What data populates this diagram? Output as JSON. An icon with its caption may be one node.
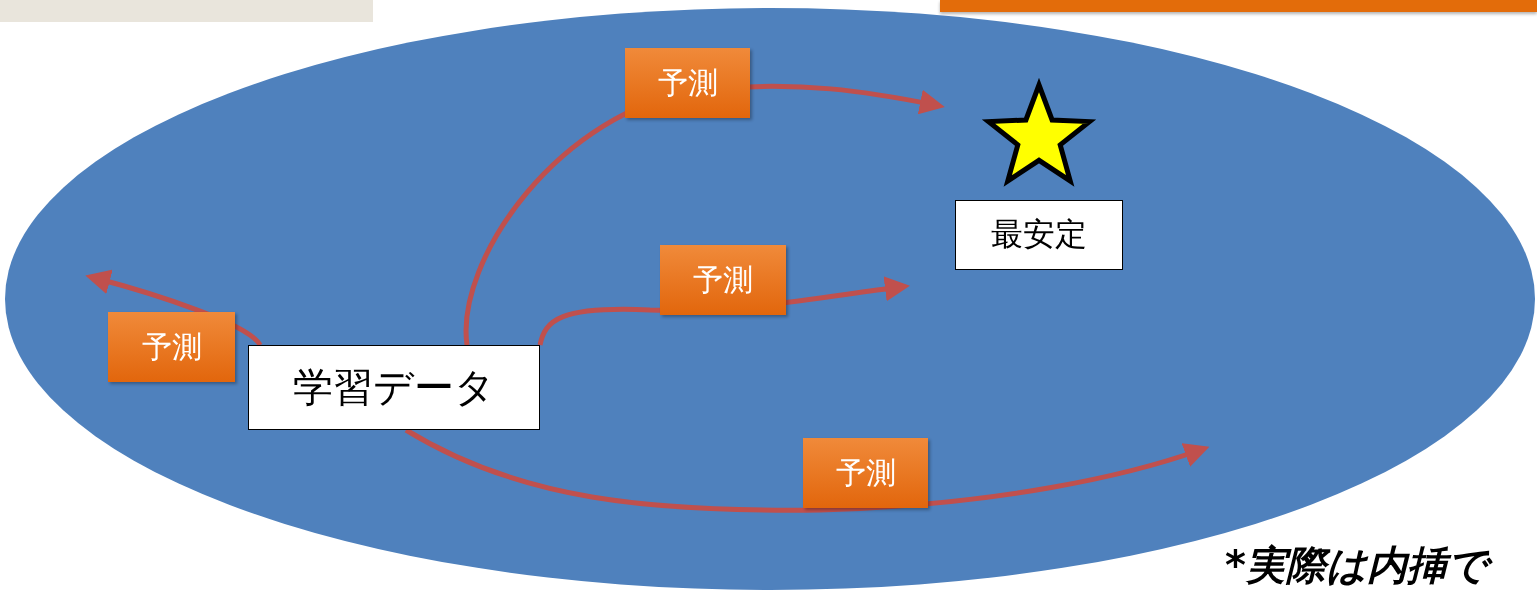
{
  "diagram": {
    "nodes": [
      {
        "text": [],
        "shape": "ellipse"
      },
      {
        "text": [
          "学習データ"
        ],
        "in": 0
      },
      {
        "text": [],
        "shape": "star",
        "in": 0
      },
      {
        "text": [
          "最安定"
        ],
        "in": 0
      }
    ],
    "edges": [
      {
        "from": 1,
        "to": null,
        "arrow": "to",
        "label": "予測"
      },
      {
        "from": 1,
        "to": null,
        "arrow": "to",
        "label": "予測"
      },
      {
        "from": 1,
        "to": null,
        "arrow": "to",
        "label": "予測"
      },
      {
        "from": 1,
        "to": null,
        "arrow": "to",
        "label": "予測"
      }
    ],
    "labels": [
      "*実際は内挿で"
    ]
  }
}
